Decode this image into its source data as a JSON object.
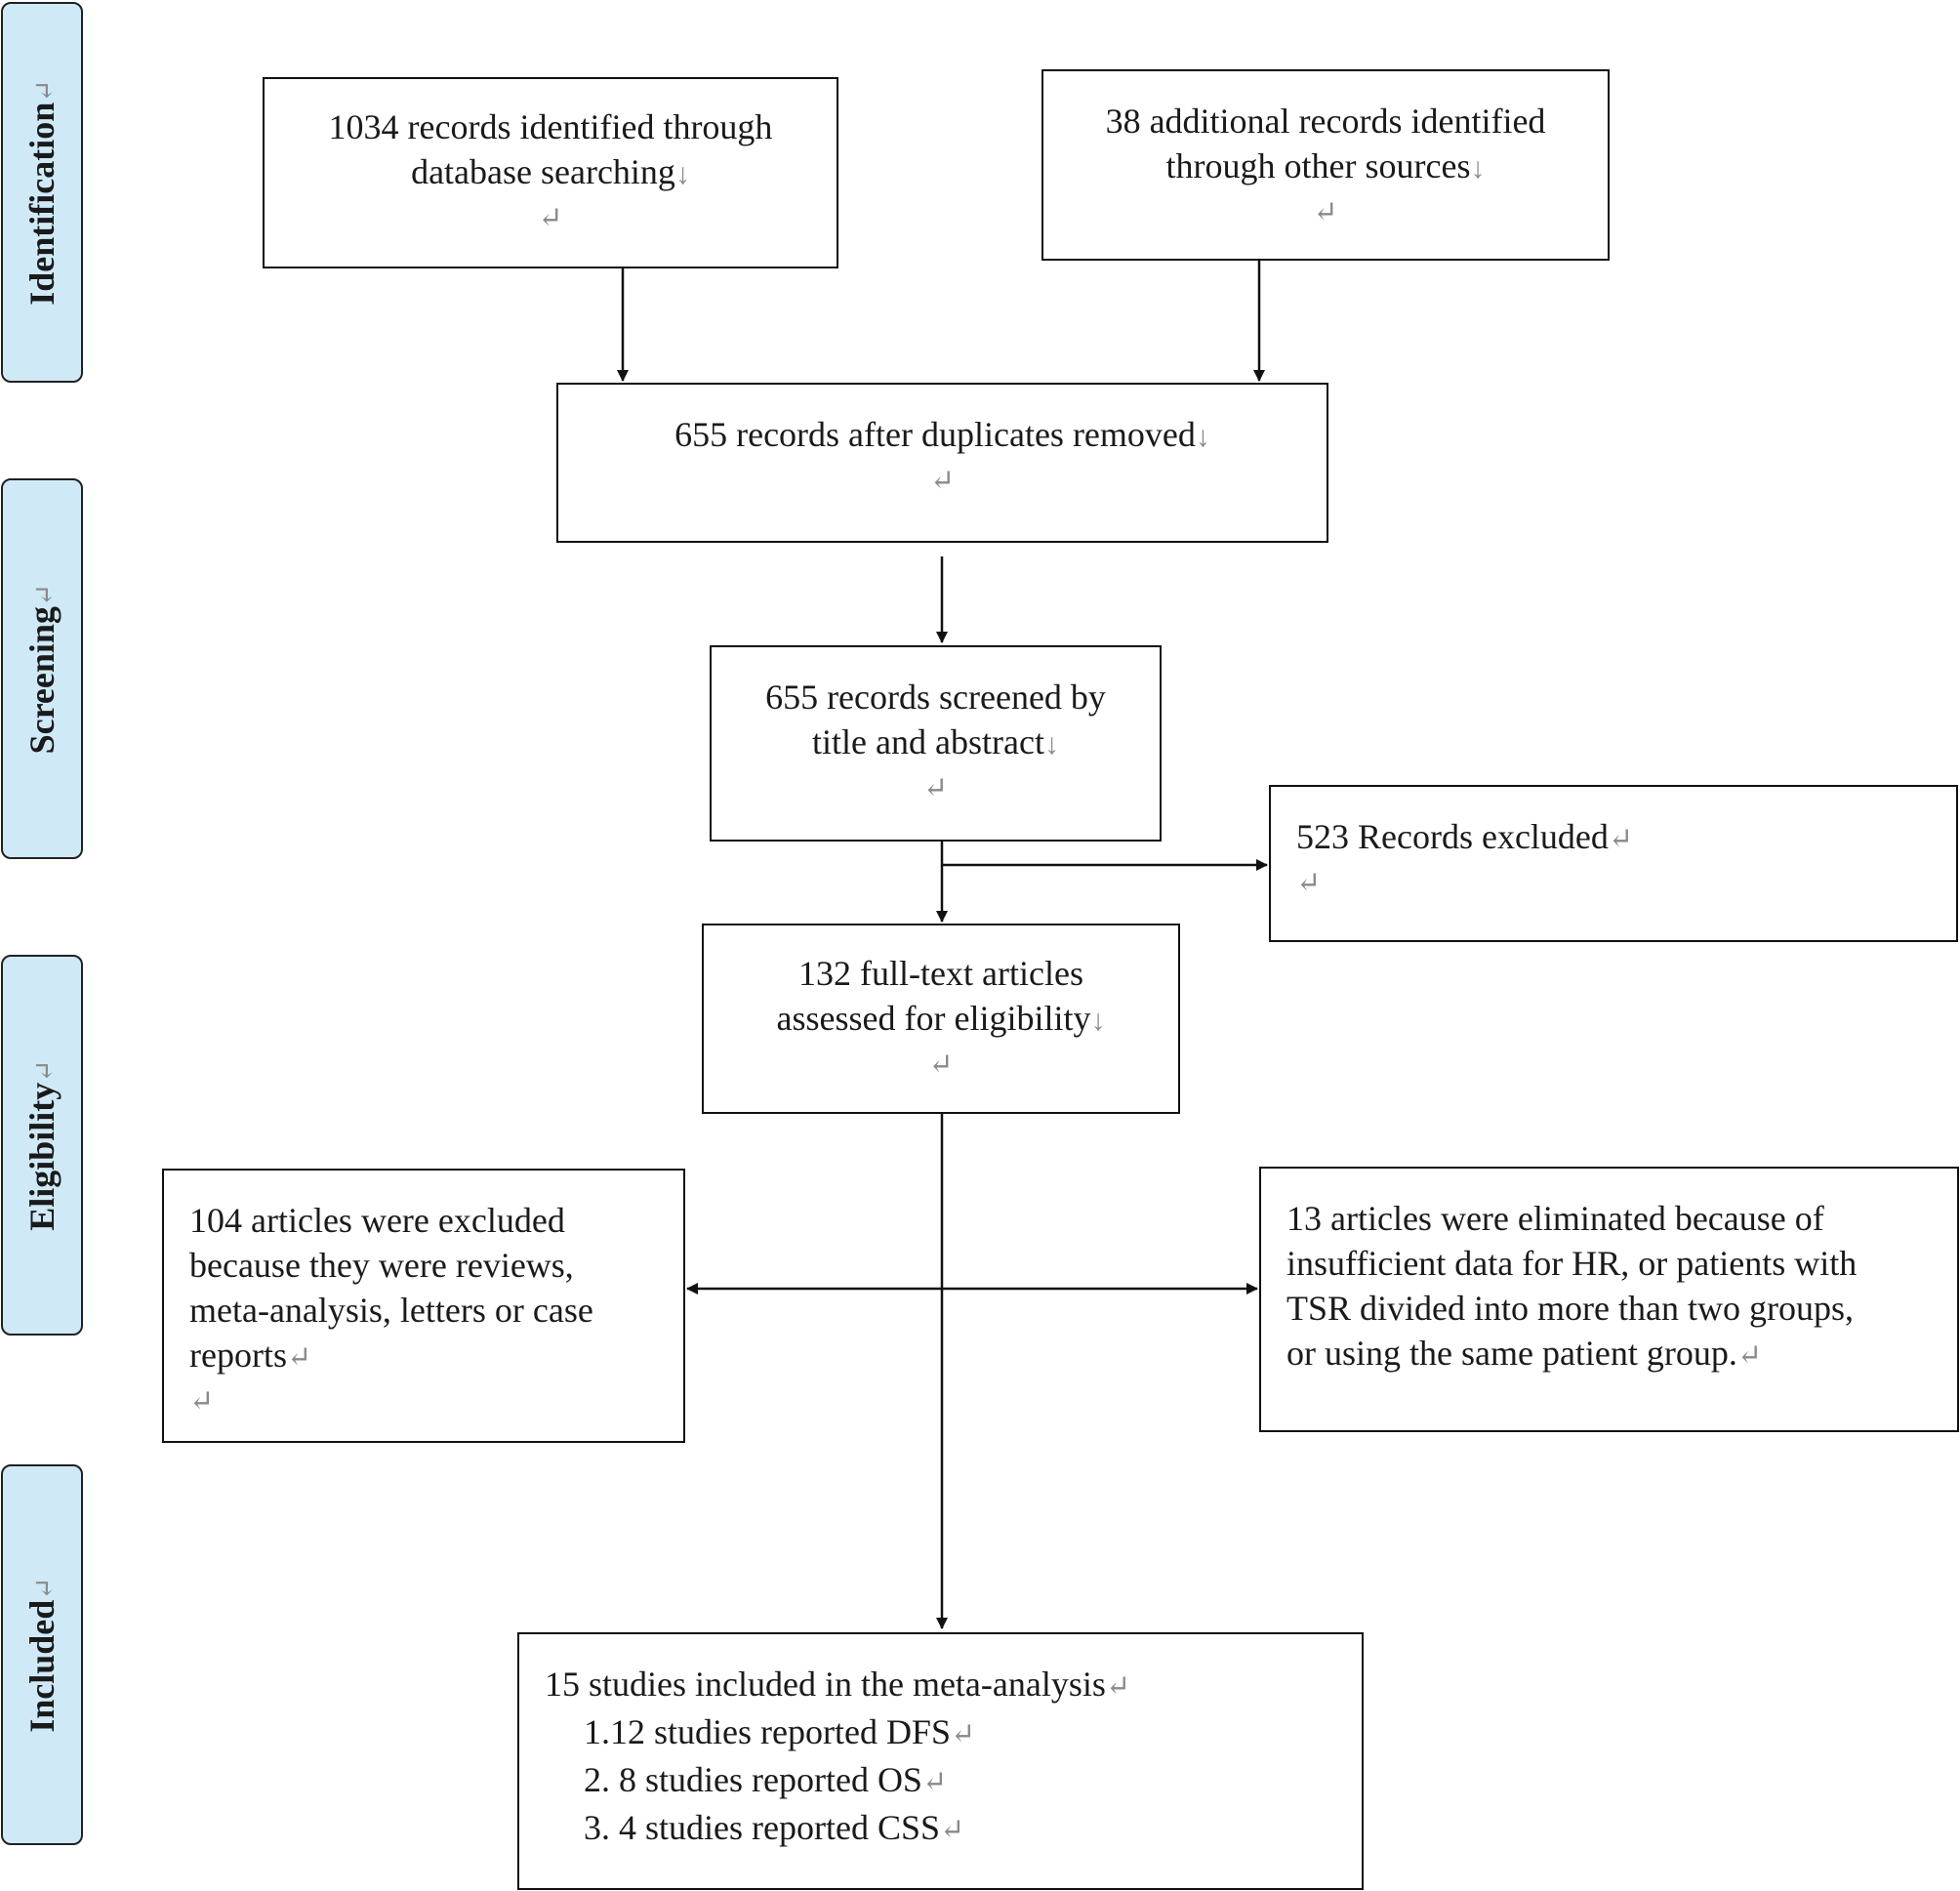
{
  "phases": [
    {
      "id": "identification",
      "label": "Identification",
      "mark": "↵"
    },
    {
      "id": "screening",
      "label": "Screening",
      "mark": "↵"
    },
    {
      "id": "eligibility",
      "label": "Eligibility",
      "mark": "↵"
    },
    {
      "id": "included",
      "label": "Included",
      "mark": "↵"
    }
  ],
  "boxes": {
    "db_search": {
      "lines": [
        "1034 records identified through",
        "database searching"
      ],
      "mark": "↓",
      "return": "↵"
    },
    "other_sources": {
      "lines": [
        "38 additional records identified",
        "through other sources"
      ],
      "mark": "↓",
      "return": "↵"
    },
    "duplicates": {
      "lines": [
        "655 records after duplicates removed"
      ],
      "mark": "↓",
      "return": "↵"
    },
    "screened": {
      "lines": [
        "655 records screened by",
        "title and abstract"
      ],
      "mark": "↓",
      "return": "↵"
    },
    "excluded_records": {
      "lines": [
        "523 Records excluded"
      ],
      "mark": "↵",
      "return": "↵"
    },
    "fulltext": {
      "lines": [
        "132 full-text articles",
        "assessed for eligibility"
      ],
      "mark": "↓",
      "return": "↵"
    },
    "excluded_104": {
      "lines": [
        "104 articles were excluded",
        "because they were reviews,",
        "meta-analysis, letters or case",
        "reports"
      ],
      "mark": "↵",
      "return": "↵"
    },
    "eliminated_13": {
      "lines": [
        "13 articles were eliminated because of",
        "insufficient data for HR, or patients with",
        "TSR divided into more than two groups,",
        "or using the same patient group."
      ],
      "mark": "↵"
    },
    "included": {
      "lines": [
        "15 studies included in the meta-analysis",
        "1.12 studies reported DFS",
        "2. 8 studies reported OS",
        "3. 4 studies reported CSS"
      ],
      "mark": "↵"
    }
  }
}
